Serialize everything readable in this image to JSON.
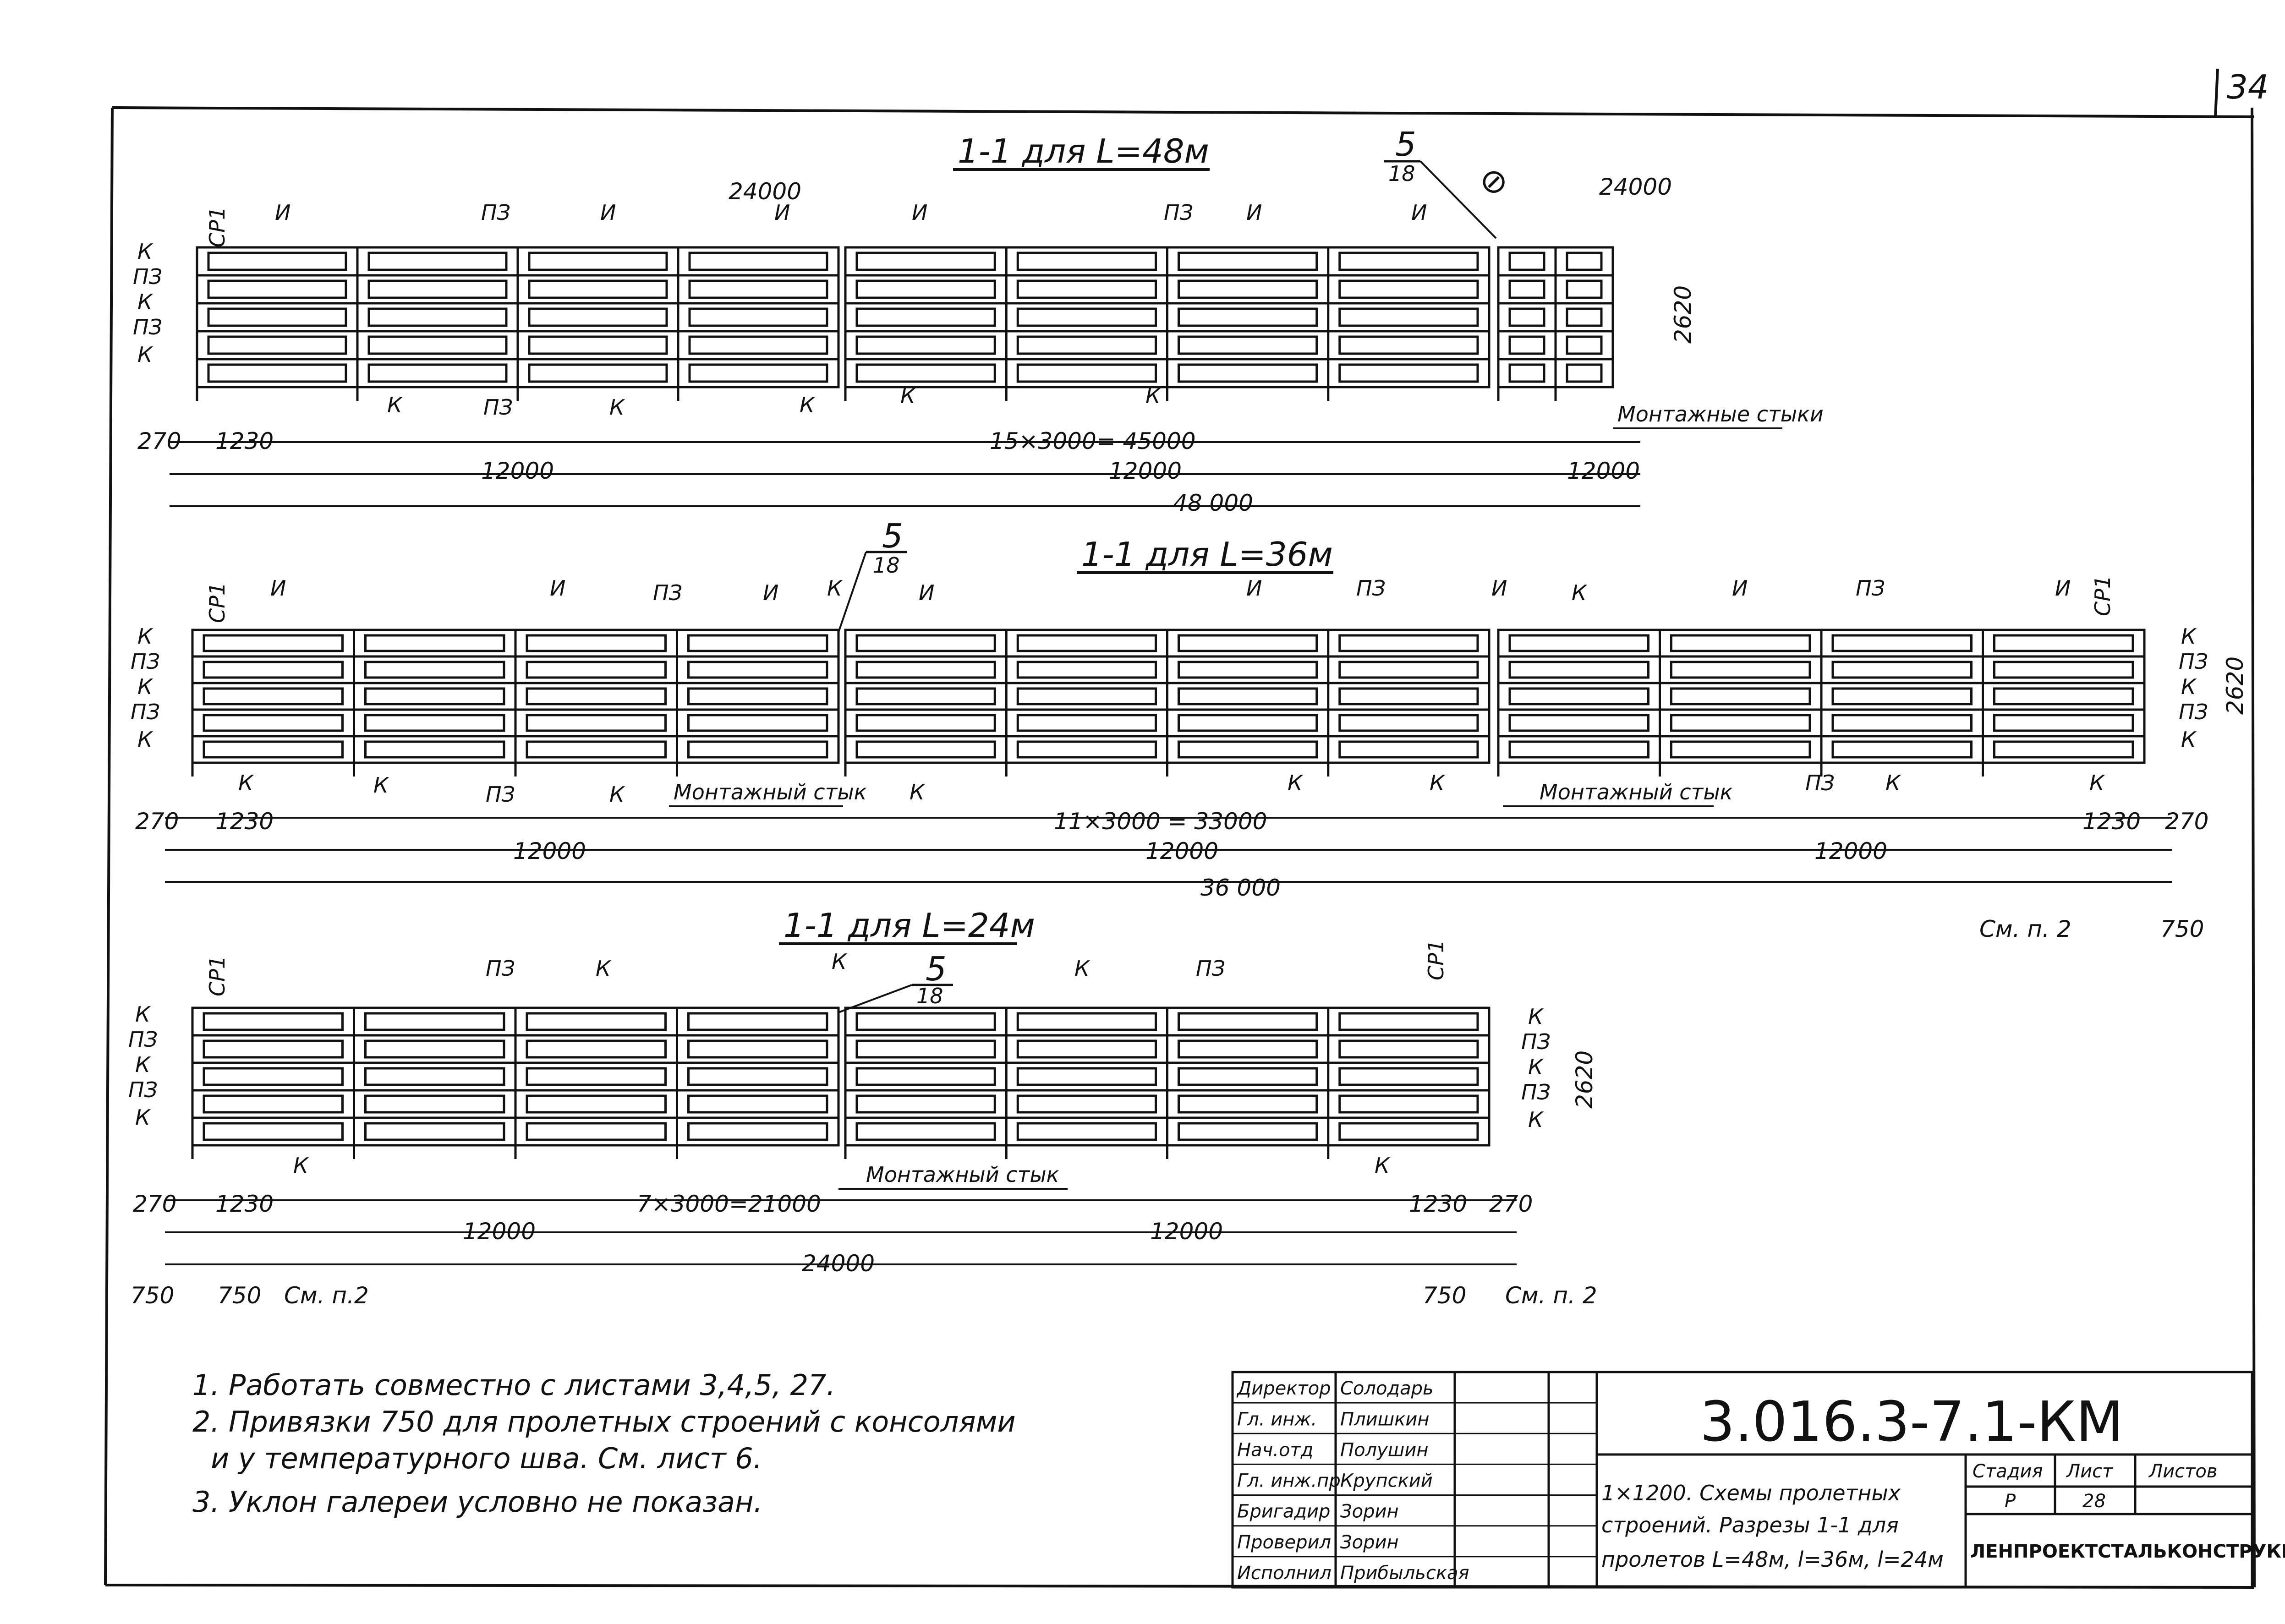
{
  "page_number": "34",
  "sections": [
    {
      "title": "1-1 для L=48м",
      "mark": "5",
      "mark_sheet": "18",
      "dims": {
        "left_module": "24000",
        "right_module": "24000",
        "height": "2620",
        "support": "270",
        "first": "1230",
        "panels": "15×3000= 45000",
        "seg_a": "12000",
        "seg_b": "12000",
        "seg_c": "12000",
        "total": "48 000"
      },
      "joint_label": "Монтажные стыки",
      "row_labels": [
        "К",
        "ПЗ",
        "К",
        "ПЗ",
        "К"
      ],
      "top_labels": [
        "СР1",
        "И",
        "ПЗ",
        "И",
        "И",
        "И",
        "ПЗ",
        "И",
        "И"
      ],
      "bottom_labels": [
        "К",
        "ПЗ",
        "К",
        "К",
        "К",
        "К"
      ]
    },
    {
      "title": "1-1 для L=36м",
      "mark": "5",
      "mark_sheet": "18",
      "dims": {
        "height": "2620",
        "support_left": "270",
        "first_left": "1230",
        "panels": "11×3000 = 33000",
        "first_right": "1230",
        "support_right": "270",
        "seg_a": "12000",
        "seg_b": "12000",
        "seg_c": "12000",
        "total": "36 000",
        "offset": "750"
      },
      "joint_label_1": "Монтажный стык",
      "joint_label_2": "Монтажный стык",
      "see_note": "См. п. 2",
      "row_labels": [
        "К",
        "ПЗ",
        "К",
        "ПЗ",
        "К"
      ],
      "row_labels_right": [
        "К",
        "ПЗ",
        "К",
        "ПЗ",
        "К"
      ],
      "top_labels": [
        "СР1",
        "И",
        "И",
        "ПЗ",
        "И",
        "К",
        "И",
        "И",
        "ПЗ",
        "И",
        "К",
        "И",
        "ПЗ",
        "И",
        "СР1"
      ],
      "bottom_labels": [
        "К",
        "К",
        "ПЗ",
        "К",
        "К",
        "К",
        "К",
        "ПЗ",
        "К",
        "К"
      ]
    },
    {
      "title": "1-1 для L=24м",
      "mark": "5",
      "mark_sheet": "18",
      "dims": {
        "height": "2620",
        "support_left": "270",
        "first_left": "1230",
        "panels": "7×3000=21000",
        "first_right": "1230",
        "support_right": "270",
        "seg_a": "12000",
        "seg_b": "12000",
        "total": "24000",
        "offset_left": "750",
        "offset_left_2": "750",
        "offset_right": "750"
      },
      "joint_label": "Монтажный стык",
      "see_note_left": "См. п.2",
      "see_note_right": "См. п. 2",
      "row_labels": [
        "К",
        "ПЗ",
        "К",
        "ПЗ",
        "К"
      ],
      "row_labels_right": [
        "К",
        "ПЗ",
        "К",
        "ПЗ",
        "К"
      ],
      "top_labels": [
        "СР1",
        "ПЗ",
        "К",
        "К",
        "К",
        "ПЗ",
        "СР1"
      ],
      "bottom_labels": [
        "К",
        "К"
      ]
    }
  ],
  "notes": [
    "1. Работать совместно с листами 3,4,5, 27.",
    "2. Привязки 750 для пролетных строений с консолями",
    "и у температурного шва. См. лист 6.",
    "3. Уклон галереи условно не показан."
  ],
  "title_block": {
    "doc_code": "3.016.3-7.1-КМ",
    "scale_title": "1×1200. Схемы пролетных строений. Разрезы 1-1 для пролетов L=48м, l=36м, l=24м",
    "title_lines": [
      "1×1200. Схемы пролетных",
      "строений. Разрезы 1-1 для",
      "пролетов L=48м, l=36м, l=24м"
    ],
    "headers": {
      "stage": "Стадия",
      "sheet": "Лист",
      "sheets": "Листов"
    },
    "stage": "Р",
    "sheet": "28",
    "sheets": "",
    "organization": "ЛЕНПРОЕКТСТАЛЬКОНСТРУКЦИЯ",
    "signatures": [
      {
        "role": "Директор",
        "name": "Солодарь"
      },
      {
        "role": "Гл. инж.",
        "name": "Плишкин"
      },
      {
        "role": "Нач.отд",
        "name": "Полушин"
      },
      {
        "role": "Гл. инж.пр",
        "name": "Крупский"
      },
      {
        "role": "Бригадир",
        "name": "Зорин"
      },
      {
        "role": "Проверил",
        "name": "Зорин"
      },
      {
        "role": "Исполнил",
        "name": "Прибыльская"
      }
    ]
  }
}
